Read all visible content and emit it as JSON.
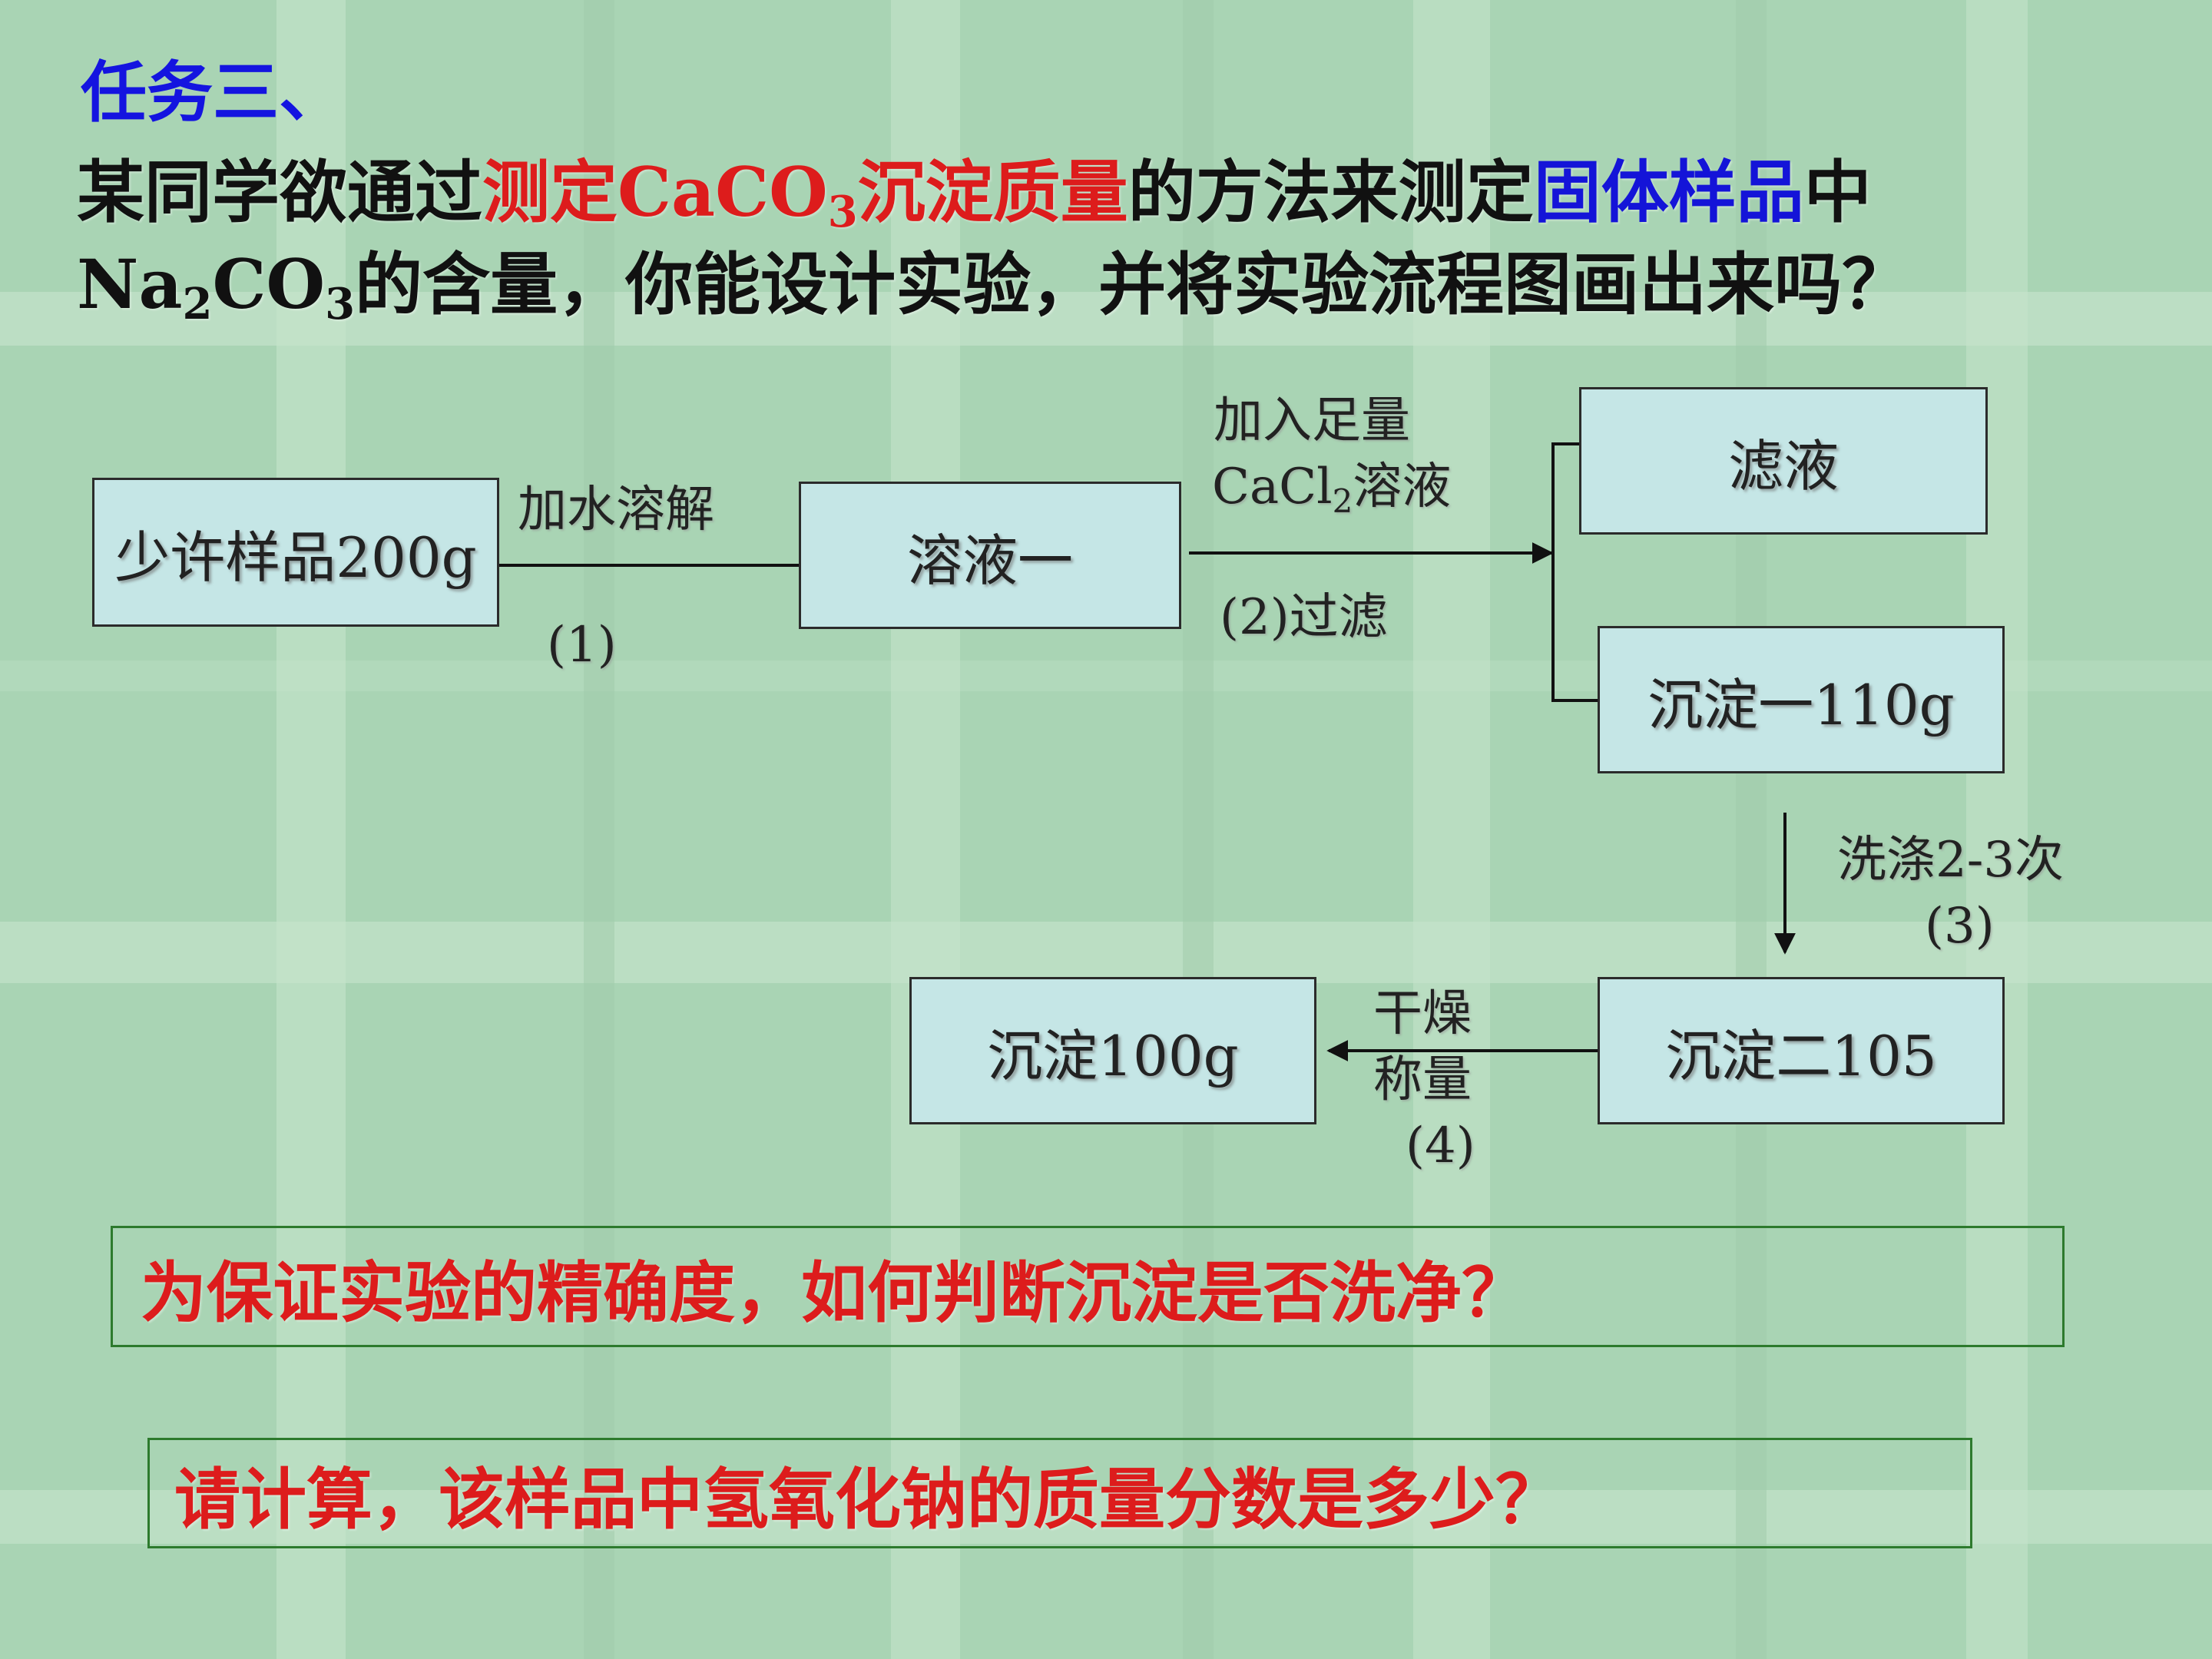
{
  "slide": {
    "title": "任务三、",
    "question": {
      "part1": "某同学欲通过",
      "red1": "测定CaCO",
      "red_sub": "3",
      "red2": "沉淀质量",
      "part2": "的方法来测定",
      "blue": "固体样品",
      "part3": "中",
      "formula_na": "Na",
      "sub2": "2",
      "formula_co": "CO",
      "sub3": "3",
      "part4": "的含量，你能设计实验，并将实验流程图画出来吗？"
    }
  },
  "flow": {
    "nodes": {
      "sample": "少许样品200g",
      "solution1": "溶液一",
      "filtrate": "滤液",
      "precipitate1": "沉淀一110g",
      "precipitate2": "沉淀二105",
      "precipitate_final": "沉淀100g"
    },
    "steps": {
      "s1_label": "加水溶解",
      "s1_num": "(1)",
      "s2_line1": "加入足量",
      "s2_formula": "CaCl",
      "s2_sub": "2",
      "s2_solution": "溶液",
      "s2_num": "(2)过滤",
      "s3_label": "洗涤2-3次",
      "s3_num": "(3)",
      "s4_line1": "干燥",
      "s4_line2": "称量",
      "s4_num": "(4)"
    }
  },
  "questions": {
    "q1": "为保证实验的精确度，如何判断沉淀是否洗净？",
    "q2": "请计算，该样品中氢氧化钠的质量分数是多少？"
  },
  "colors": {
    "background": "#a9d4b4",
    "title": "#1414e0",
    "highlight_red": "#dd1c1c",
    "highlight_blue": "#1414d8",
    "box_fill": "#c5e6e6",
    "question_border": "#2d7a2d"
  }
}
